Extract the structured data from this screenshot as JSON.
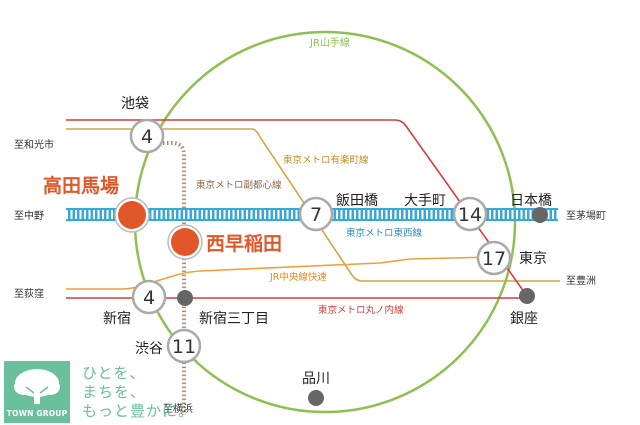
{
  "map": {
    "loop_line_label": "JR山手線",
    "lines": {
      "yurakucho": "東京メトロ有楽町線",
      "fukutoshin": "東京メトロ副都心線",
      "tozai": "東京メトロ東西線",
      "chuo": "JR中央線快速",
      "marunouchi": "東京メトロ丸ノ内線"
    },
    "stations": {
      "ikebukuro": "池袋",
      "iidabashi": "飯田橋",
      "otemachi": "大手町",
      "nihonbashi": "日本橋",
      "tokyo": "東京",
      "shinjuku": "新宿",
      "shinjuku_sanchome": "新宿三丁目",
      "shibuya": "渋谷",
      "shinagawa": "品川",
      "ginza": "銀座",
      "takadanobaba": "高田馬場",
      "nishiwaseda": "西早稲田"
    },
    "minutes": {
      "ikebukuro": "4",
      "iidabashi": "7",
      "otemachi": "14",
      "tokyo": "17",
      "shinjuku": "4",
      "shibuya": "11"
    },
    "directions": {
      "wakoshi": "至和光市",
      "nakano": "至中野",
      "ogikubo": "至荻窪",
      "yokohama": "至横浜",
      "kayabacho": "至茅場町",
      "toyosu": "至豊洲"
    }
  },
  "colors": {
    "yamanote": "#8cc152",
    "yurakucho": "#d6a543",
    "marunouchi": "#d93a3a",
    "tozai": "#38a8d6",
    "chuo": "#f0a03c",
    "fukutoshin": "#b8895e",
    "highlight": "#e2572a",
    "brand": "#6abf9c"
  },
  "footer": {
    "logo_text": "TOWN GROUP",
    "slogan": [
      "ひとを、",
      "まちを、",
      "もっと豊かに。"
    ]
  }
}
